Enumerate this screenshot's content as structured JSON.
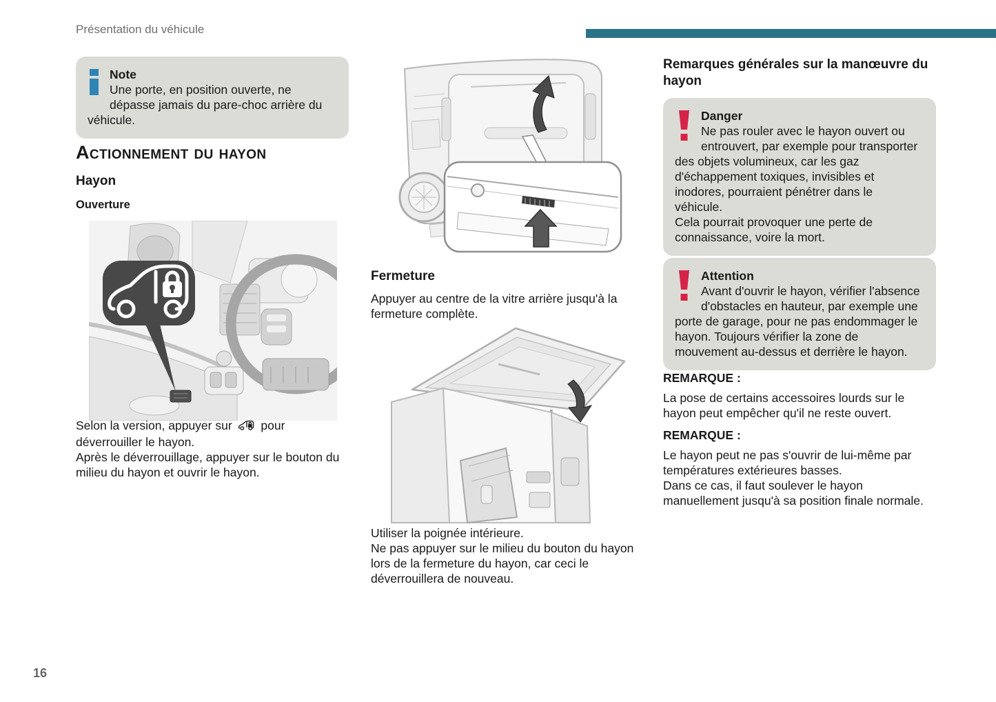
{
  "header": {
    "breadcrumb": "Présentation du véhicule"
  },
  "footer": {
    "page_number": "16"
  },
  "colors": {
    "accent_bar_teal": "#2b7388",
    "box_gray": "#dcdcd7",
    "info_icon_blue": "#2e84b5",
    "alert_icon_red": "#d6234a"
  },
  "icons": {
    "note": "info-icon",
    "danger": "warning-exclamation-icon",
    "attention": "warning-exclamation-icon",
    "inline": "tailgate-unlock-button-icon"
  },
  "left_column": {
    "note": {
      "title": "Note",
      "body": "Une porte, en position ouverte, ne dépasse jamais du pare-choc arrière du véhicule."
    },
    "section_title": "Actionnement du hayon",
    "subsection": "Hayon",
    "subsubsection": "Ouverture",
    "open_para": {
      "before_icon": "Selon la version, appuyer sur",
      "after_icon": "pour déverrouiller le hayon.",
      "line2": "Après le déverrouillage, appuyer sur le bouton du milieu du hayon et ouvrir le hayon."
    },
    "illustration": "interior-driver-door-with-tailgate-unlock-button-callout"
  },
  "middle_column": {
    "illustration_top": "van-rear-tailgate-button-magnified-callout",
    "closing_title": "Fermeture",
    "closing_body": "Appuyer au centre de la vitre arrière jusqu'à la fermeture complète.",
    "illustration_bottom": "open-tailgate-close-direction-arrow",
    "closing_para1": "Utiliser la poignée intérieure.",
    "closing_para2": "Ne pas appuyer sur le milieu du bouton du hayon lors de la fermeture du hayon, car ceci le déverrouillera de nouveau."
  },
  "right_column": {
    "heading": "Remarques générales sur la manœuvre du hayon",
    "danger": {
      "title": "Danger",
      "body1": "Ne pas rouler avec le hayon ouvert ou entrouvert, par exemple pour transporter des objets volumineux, car les gaz d'échappement toxiques, invisibles et inodores, pourraient pénétrer dans le véhicule.",
      "body2": "Cela pourrait provoquer une perte de connaissance, voire la mort."
    },
    "attention": {
      "title": "Attention",
      "body": "Avant d'ouvrir le hayon, vérifier l'absence d'obstacles en hauteur, par exemple une porte de garage, pour ne pas endommager le hayon. Toujours vérifier la zone de mouvement au-dessus et derrière le hayon."
    },
    "remark1": {
      "label": "REMARQUE :",
      "body": "La pose de certains accessoires lourds sur le hayon peut empêcher qu'il ne reste ouvert."
    },
    "remark2": {
      "label": "REMARQUE :",
      "body1": "Le hayon peut ne pas s'ouvrir de lui-même par températures extérieures basses.",
      "body2": "Dans ce cas, il faut soulever le hayon manuellement jusqu'à sa position finale normale."
    }
  }
}
